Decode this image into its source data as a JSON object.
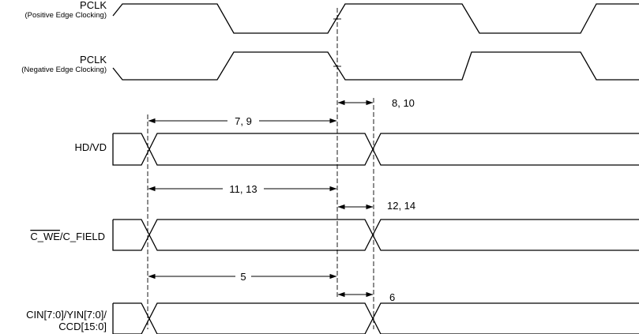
{
  "signals": {
    "pclk_pos": {
      "name": "PCLK",
      "sub": "(Positive Edge Clocking)"
    },
    "pclk_neg": {
      "name": "PCLK",
      "sub": "(Negative Edge Clocking)"
    },
    "hdvd": {
      "name": "HD/VD"
    },
    "cwe": {
      "name_overline": "C_WE",
      "name_rest": "/C_FIELD"
    },
    "cin": {
      "line1": "CIN[7:0]/YIN[7:0]/",
      "line2": "CCD[15:0]"
    }
  },
  "measurements": {
    "m_7_9": "7, 9",
    "m_8_10": "8, 10",
    "m_11_13": "11, 13",
    "m_12_14": "12, 14",
    "m_5": "5",
    "m_6": "6"
  }
}
